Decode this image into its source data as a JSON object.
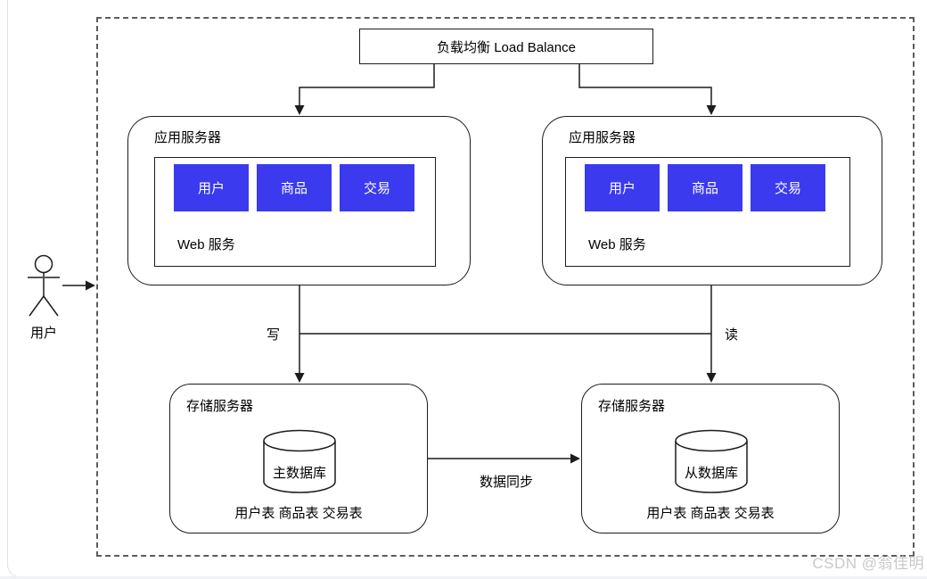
{
  "diagram": {
    "load_balancer": {
      "label": "负载均衡 Load Balance"
    },
    "actor": {
      "label": "用户"
    },
    "app_servers": [
      {
        "title": "应用服务器",
        "web_service_label": "Web 服务",
        "modules": [
          "用户",
          "商品",
          "交易"
        ]
      },
      {
        "title": "应用服务器",
        "web_service_label": "Web 服务",
        "modules": [
          "用户",
          "商品",
          "交易"
        ]
      }
    ],
    "storage_servers": [
      {
        "title": "存储服务器",
        "database": "主数据库",
        "tables": "用户表 商品表 交易表"
      },
      {
        "title": "存储服务器",
        "database": "从数据库",
        "tables": "用户表 商品表 交易表"
      }
    ],
    "edges": {
      "write": "写",
      "read": "读",
      "sync": "数据同步"
    },
    "colors": {
      "module_blue": "#3b3aee",
      "line": "#1c1c1c"
    }
  },
  "watermark": "CSDN @翁佳明"
}
